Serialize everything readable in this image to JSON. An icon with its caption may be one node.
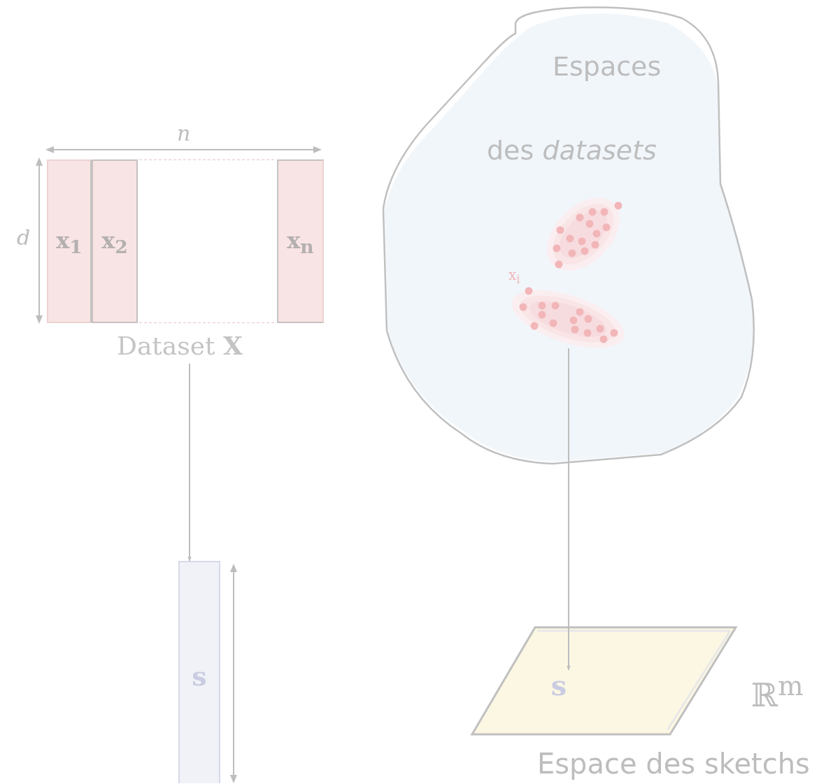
{
  "diagram": {
    "nodes": [
      {
        "text": [
          "Dataset **X**"
        ]
      },
      {
        "text": [
          "x$_{1}$"
        ],
        "in": 0
      },
      {
        "text": [
          "x$_{2}$"
        ],
        "in": 0
      },
      {
        "text": [
          "x$_{n}$"
        ],
        "in": 0
      },
      {
        "text": [
          "s"
        ]
      },
      {
        "text": [
          "Espaces",
          "des *datasets*"
        ]
      },
      {
        "text": [],
        "shape": "cloud",
        "in": 5
      },
      {
        "text": [],
        "shape": "cloud",
        "in": 5
      },
      {
        "text": [
          "Espace des sketchs"
        ],
        "beside": [
          "ℝ$^{m}$"
        ]
      },
      {
        "text": [
          "s"
        ],
        "in": 8
      }
    ],
    "edges": [
      {
        "from": 0,
        "to": 4,
        "arrow": "to"
      },
      {
        "from": 7,
        "to": 9,
        "arrow": "to"
      }
    ],
    "labels": [
      "n",
      "d",
      "x$_{i}$"
    ]
  }
}
